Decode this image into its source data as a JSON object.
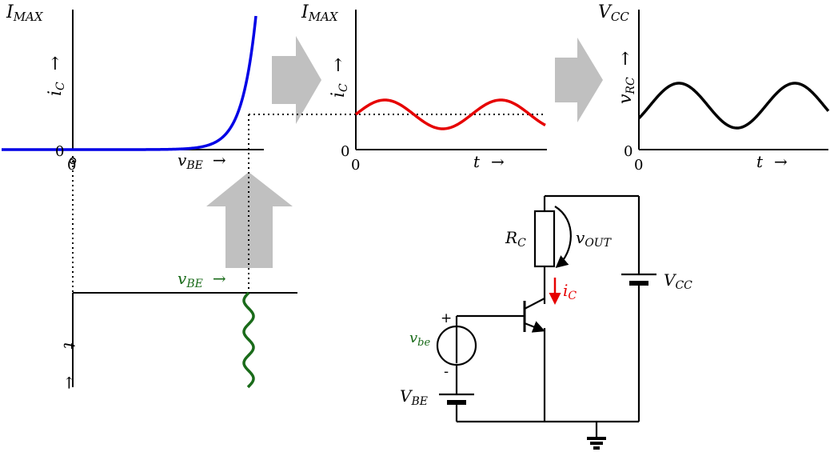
{
  "colors": {
    "transfer_curve": "#0000e6",
    "ic_wave": "#e60000",
    "vrc_wave": "#000000",
    "vbe_wave": "#1a6b1a",
    "arrow_fill": "#c0c0c0",
    "ic_label": "#e60000",
    "vbe_label": "#1a6b1a"
  },
  "plot1": {
    "y_top_main": "I",
    "y_top_sub": "MAX",
    "y_axis_main": "i",
    "y_axis_sub": "C",
    "arrow": "→",
    "origin_y": "0",
    "origin_x": "0",
    "x_axis_main": "v",
    "x_axis_sub": "BE"
  },
  "plot2": {
    "y_top_main": "I",
    "y_top_sub": "MAX",
    "y_axis_main": "i",
    "y_axis_sub": "C",
    "arrow": "→",
    "origin_y": "0",
    "origin_x": "0",
    "x_axis": "t"
  },
  "plot3": {
    "y_top_main": "V",
    "y_top_sub": "CC",
    "y_axis_main": "v",
    "y_axis_sub": "RC",
    "arrow": "→",
    "origin_y": "0",
    "origin_x": "0",
    "x_axis": "t"
  },
  "plot4": {
    "x_axis_main": "v",
    "x_axis_sub": "BE",
    "arrow": "→",
    "t_axis": "t",
    "t_arrow": "←"
  },
  "circuit": {
    "rc_main": "R",
    "rc_sub": "C",
    "vout_main": "v",
    "vout_sub": "OUT",
    "ic_main": "i",
    "ic_sub": "C",
    "vcc_main": "V",
    "vcc_sub": "CC",
    "vbe_dc_main": "V",
    "vbe_dc_sub": "BE",
    "vbe_ac_main": "v",
    "vbe_ac_sub": "be",
    "plus": "+",
    "minus": "-"
  }
}
